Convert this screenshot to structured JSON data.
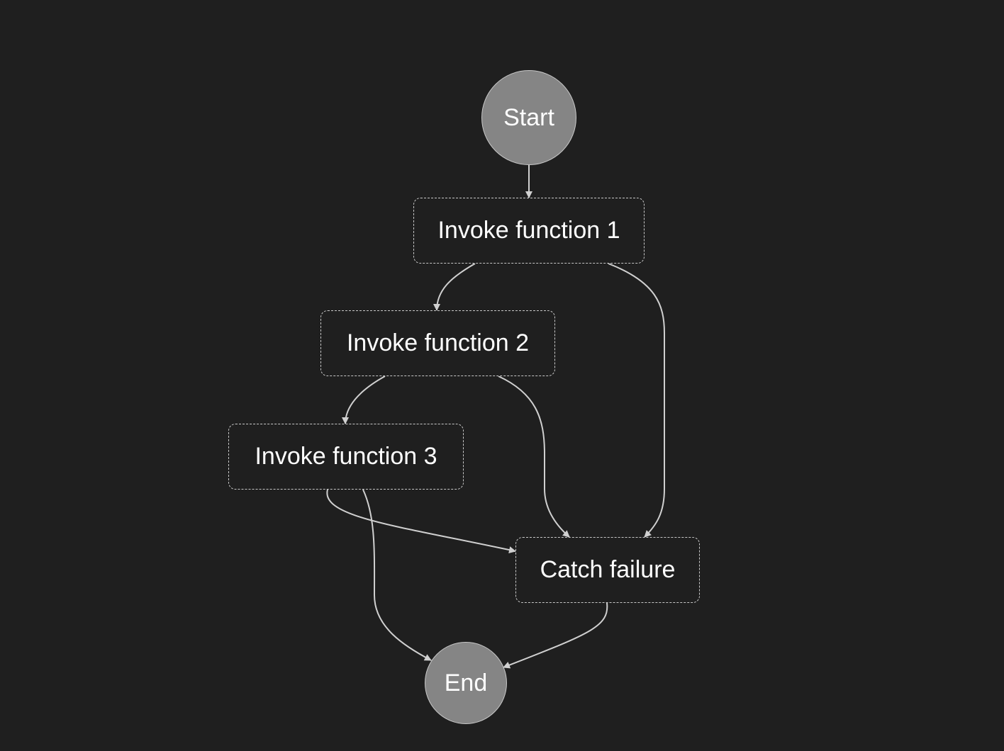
{
  "nodes": {
    "start": {
      "label": "Start",
      "shape": "circle",
      "fill": "#858585"
    },
    "invoke_function_1": {
      "label": "Invoke function 1",
      "shape": "dashed-rect"
    },
    "invoke_function_2": {
      "label": "Invoke function 2",
      "shape": "dashed-rect"
    },
    "invoke_function_3": {
      "label": "Invoke function 3",
      "shape": "dashed-rect"
    },
    "catch_failure": {
      "label": "Catch failure",
      "shape": "dashed-rect"
    },
    "end": {
      "label": "End",
      "shape": "circle",
      "fill": "#858585"
    }
  },
  "edges": [
    {
      "from": "Start",
      "to": "Invoke function 1"
    },
    {
      "from": "Invoke function 1",
      "to": "Invoke function 2"
    },
    {
      "from": "Invoke function 1",
      "to": "Catch failure"
    },
    {
      "from": "Invoke function 2",
      "to": "Invoke function 3"
    },
    {
      "from": "Invoke function 2",
      "to": "Catch failure"
    },
    {
      "from": "Invoke function 3",
      "to": "Catch failure"
    },
    {
      "from": "Invoke function 3",
      "to": "End"
    },
    {
      "from": "Catch failure",
      "to": "End"
    }
  ],
  "colors": {
    "background": "#1f1f1f",
    "edge": "#d0d0d0",
    "node_border": "#c8c8c8",
    "terminal_fill": "#858585",
    "text": "#ffffff"
  }
}
